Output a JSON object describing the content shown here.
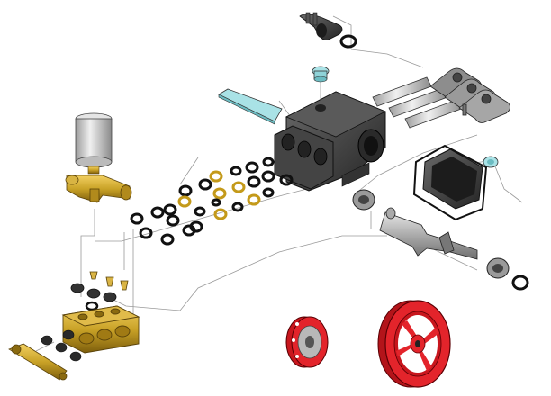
{
  "diagram": {
    "kind": "exploded-parts-view",
    "parts": [
      {
        "name": "oil-dipstick",
        "color": "#2b2b2b"
      },
      {
        "name": "o-ring",
        "color": "#111111"
      },
      {
        "name": "oil-cap",
        "color": "#8fd3d8"
      },
      {
        "name": "crankcase",
        "color": "#3a3a3a"
      },
      {
        "name": "cover-plate",
        "color": "#8fd3d8"
      },
      {
        "name": "plunger-rods",
        "color": "#9a9a9a"
      },
      {
        "name": "connecting-rods",
        "color": "#8a8a8a"
      },
      {
        "name": "rear-cover",
        "color": "#2a2a2a"
      },
      {
        "name": "bearing",
        "color": "#8a8a8a"
      },
      {
        "name": "crankshaft",
        "color": "#8a8a8a"
      },
      {
        "name": "unloader-valve",
        "color": "#c49a1a"
      },
      {
        "name": "accumulator",
        "color": "#d8d8d8"
      },
      {
        "name": "seals-and-rings",
        "color": "#c49a1a"
      },
      {
        "name": "manifold",
        "color": "#c49a1a"
      },
      {
        "name": "valve-plugs",
        "color": "#c49a1a"
      },
      {
        "name": "handle",
        "color": "#c49a1a"
      },
      {
        "name": "small-pulley",
        "color": "#e02020"
      },
      {
        "name": "large-pulley",
        "color": "#e02020"
      }
    ],
    "colors": {
      "brass": "#c9a227",
      "brass_dark": "#8a6a10",
      "red": "#e3242b",
      "cyan": "#8fd3d8",
      "iron": "#3a3a3a",
      "steel": "#a8a8a8",
      "leader": "#9a9a9a"
    }
  }
}
